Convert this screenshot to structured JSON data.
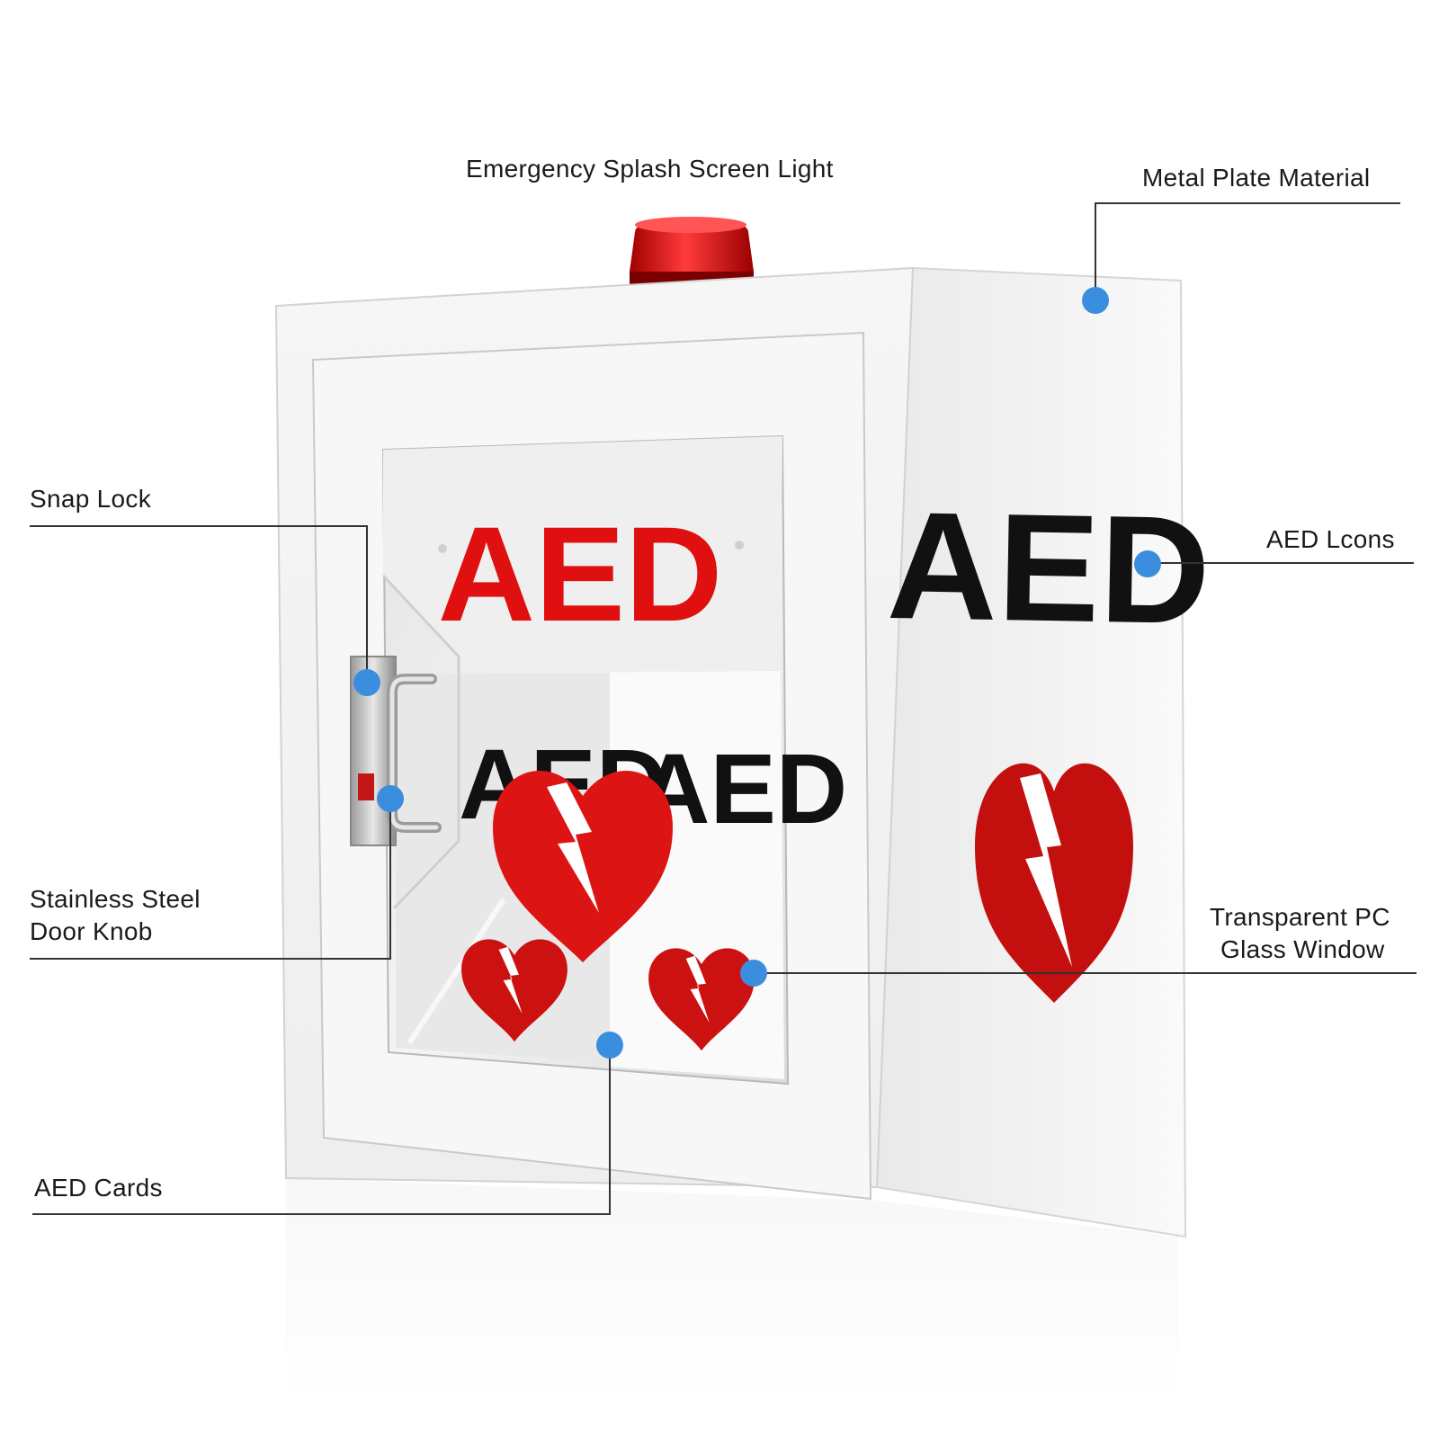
{
  "callouts": {
    "light": "Emergency Splash Screen Light",
    "metal": "Metal Plate Material",
    "snap_lock": "Snap Lock",
    "aed_icons": "AED Lcons",
    "knob_line1": "Stainless Steel",
    "knob_line2": "Door Knob",
    "window_line1": "Transparent PC",
    "window_line2": "Glass Window",
    "cards": "AED Cards"
  },
  "cabinet": {
    "inner_sign_text": "AED",
    "card_left_text": "AED",
    "card_right_text": "AED",
    "side_text": "AED"
  },
  "colors": {
    "accent_red": "#cc1111",
    "dot_blue": "#3b8ede",
    "cabinet_white": "#f3f3f3",
    "text_black": "#111111"
  }
}
